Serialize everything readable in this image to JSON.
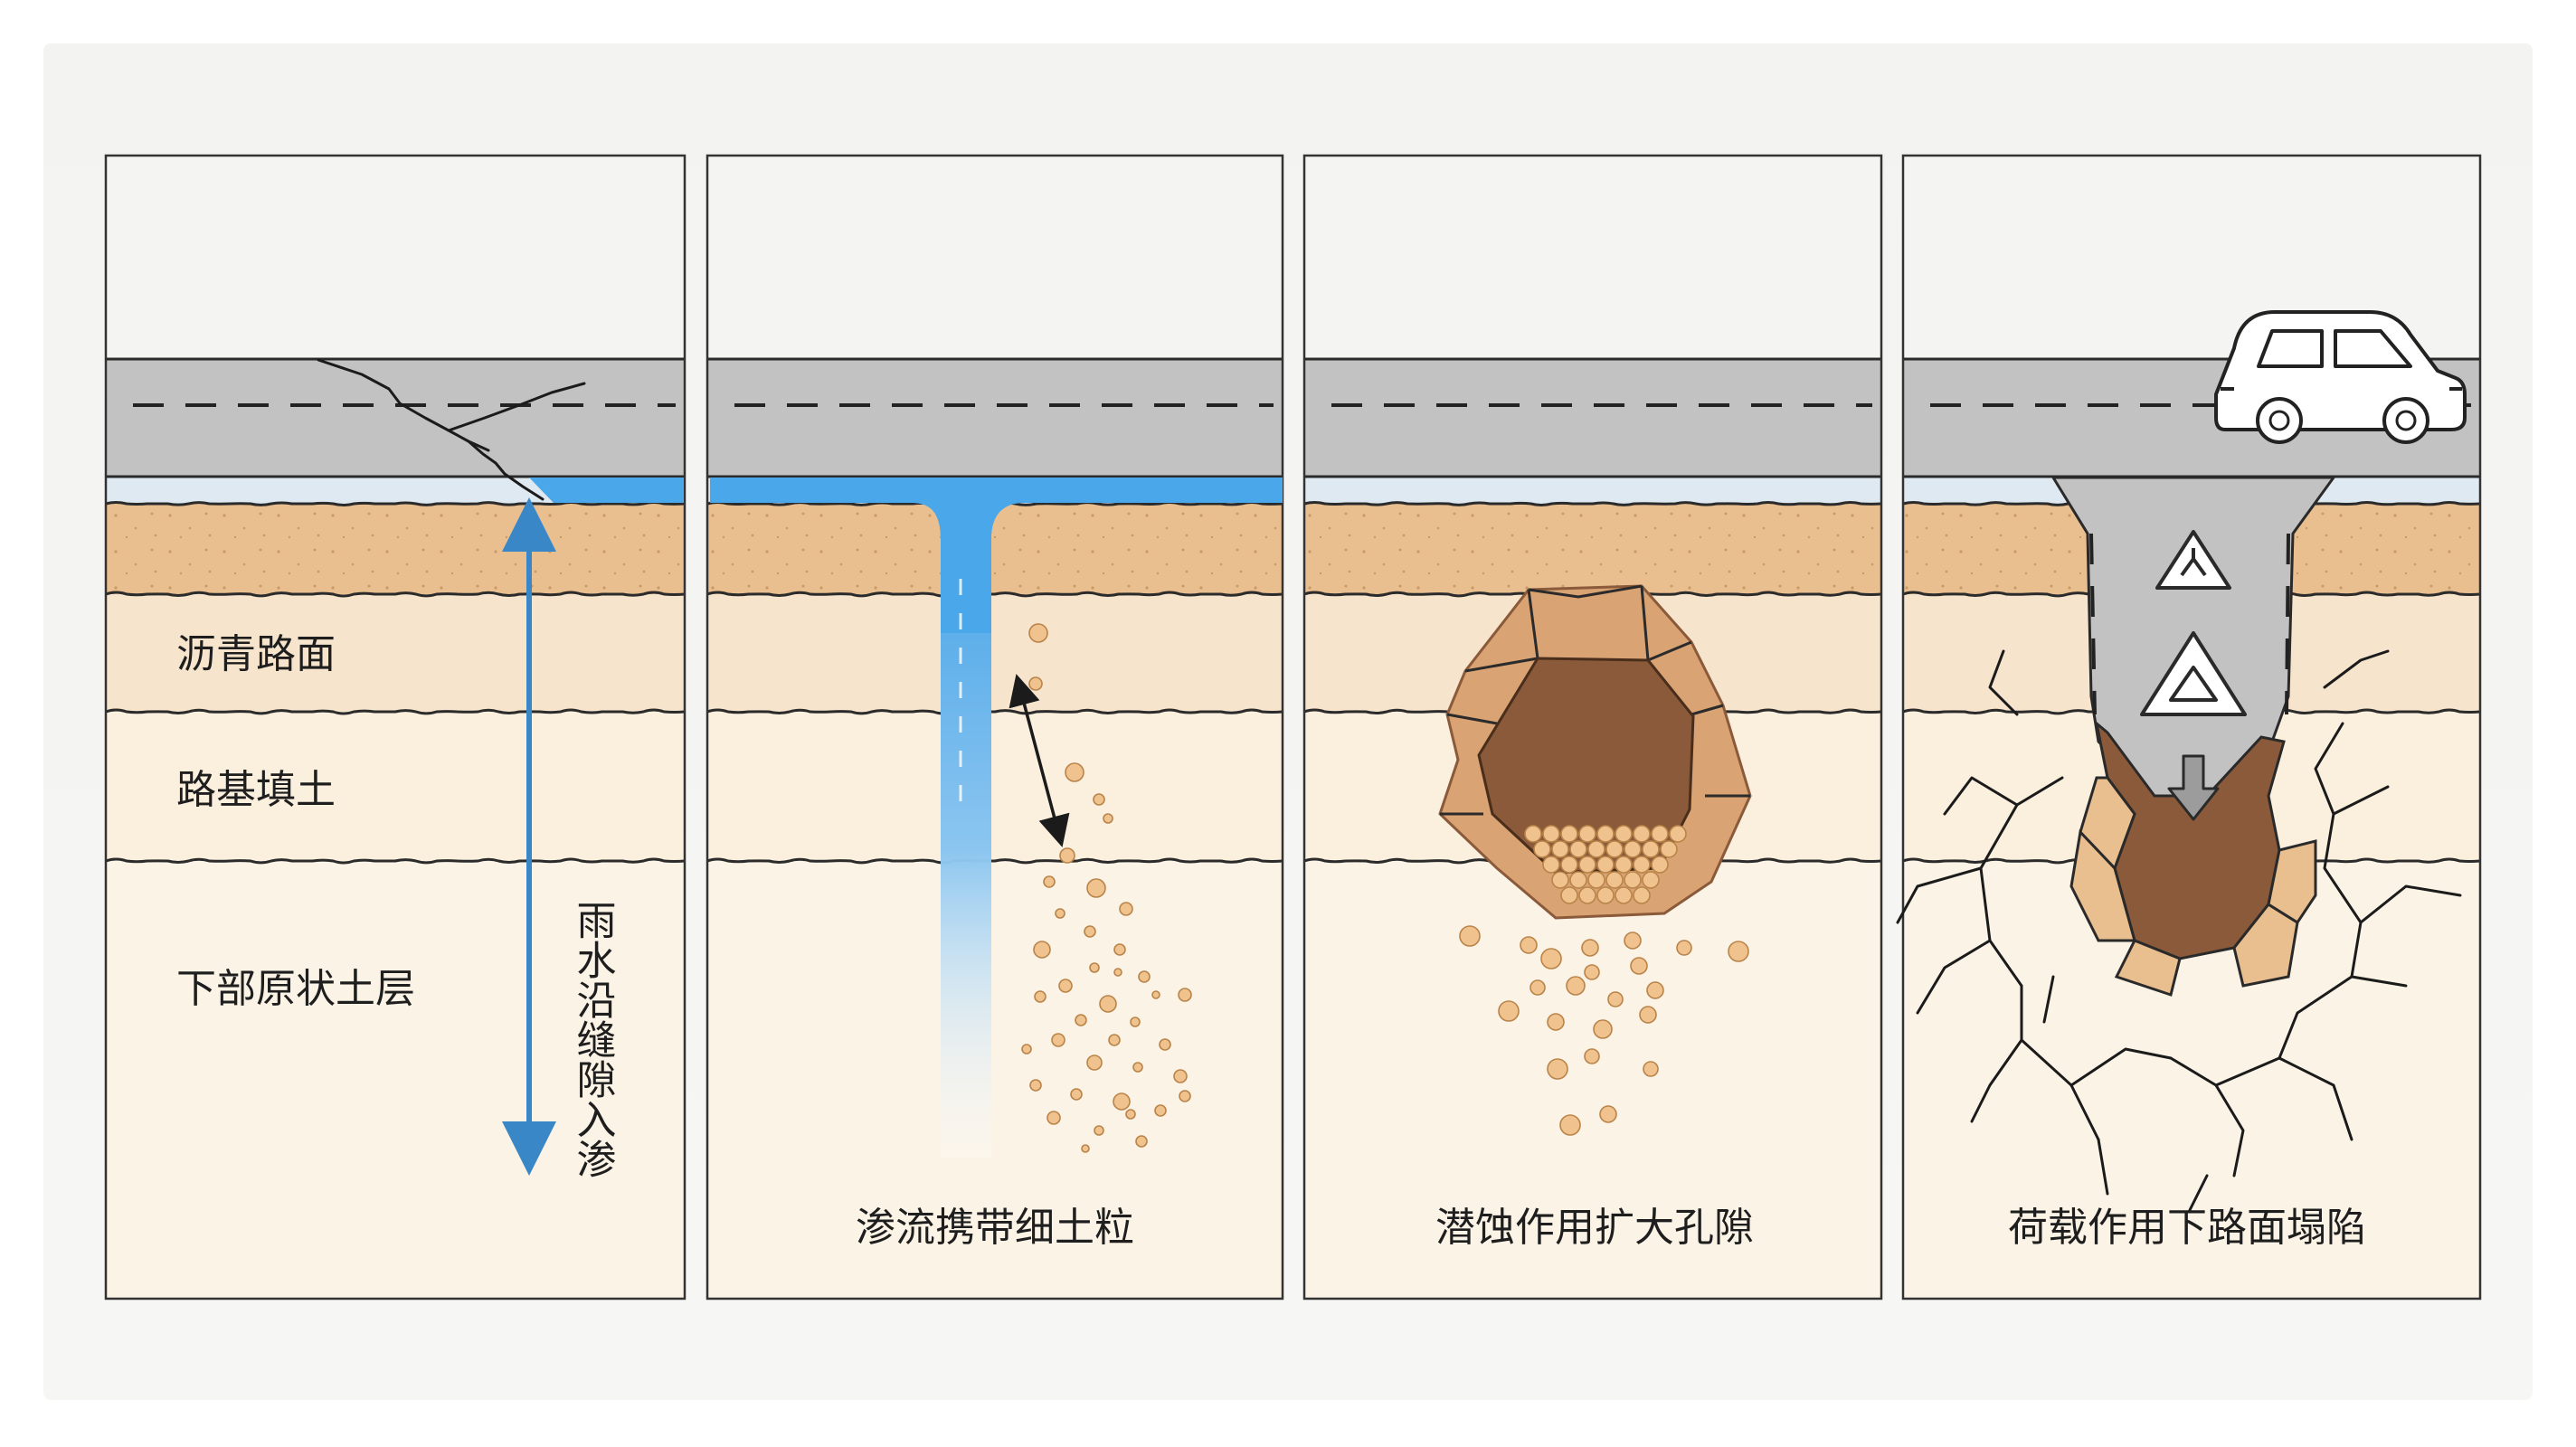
{
  "layer_labels": {
    "asphalt": "沥青路面",
    "subgrade": "路基填土",
    "native": "下部原状土层"
  },
  "arrow_label": "雨水沿缝隙入渗",
  "captions": {
    "panel2": "渗流携带细土粒",
    "panel3": "潜蚀作用扩大孔隙",
    "panel4": "荷载作用下路面塌陷"
  },
  "colors": {
    "sky": "#f4f4f2",
    "road": "#c2c2c2",
    "top_soil": "#e9bf90",
    "subgrade": "#f6e4cc",
    "native": "#fbf3e6",
    "water": "#4aa8ea",
    "cavity": "#8a5a3a",
    "arrow": "#3a87c8"
  },
  "icons": [
    "crack-icon",
    "car-icon",
    "warning-triangle-icon",
    "down-arrow-icon",
    "double-arrow-icon"
  ]
}
